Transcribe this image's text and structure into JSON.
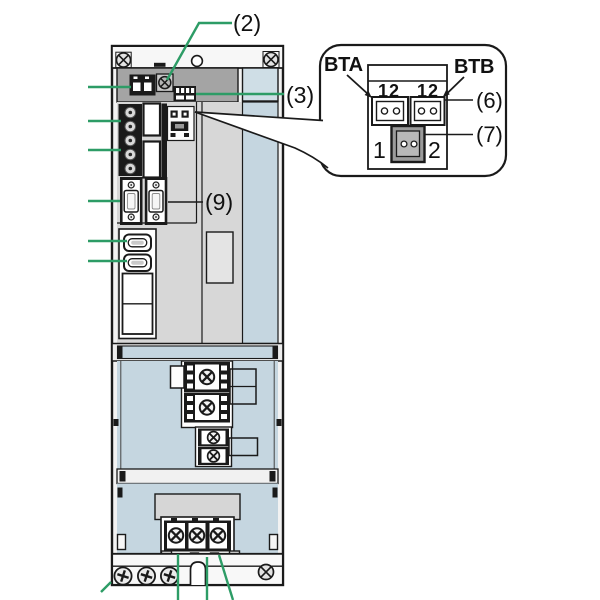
{
  "figure": {
    "description": "Front view diagram of a servo drive unit with numbered callouts and a magnified battery-connector detail balloon",
    "colors": {
      "callout_green": "#2d9c66",
      "panel_blue": "#c5d6e0",
      "panel_blue_light": "#cfdee6",
      "body_gray": "#d7d7d7",
      "band_gray": "#a4a4a4",
      "line_black": "#1a1a1a",
      "connector_gray": "#9b9b9b"
    },
    "callouts": {
      "c2": {
        "label": "(2)",
        "target": "top-screw-terminal"
      },
      "c3": {
        "label": "(3)",
        "target": "top-io-connector-strip"
      },
      "c6": {
        "label": "(6)",
        "target": "battery-connectors-BTA-BTB"
      },
      "c7": {
        "label": "(7)",
        "target": "battery-junction-connector"
      },
      "c9": {
        "label": "(9)",
        "target": "communication-connectors"
      }
    },
    "inset": {
      "battery_a": "BTA",
      "battery_b": "BTB",
      "pins_left": "12",
      "pins_right": "12",
      "pin_1": "1",
      "pin_2": "2"
    }
  }
}
